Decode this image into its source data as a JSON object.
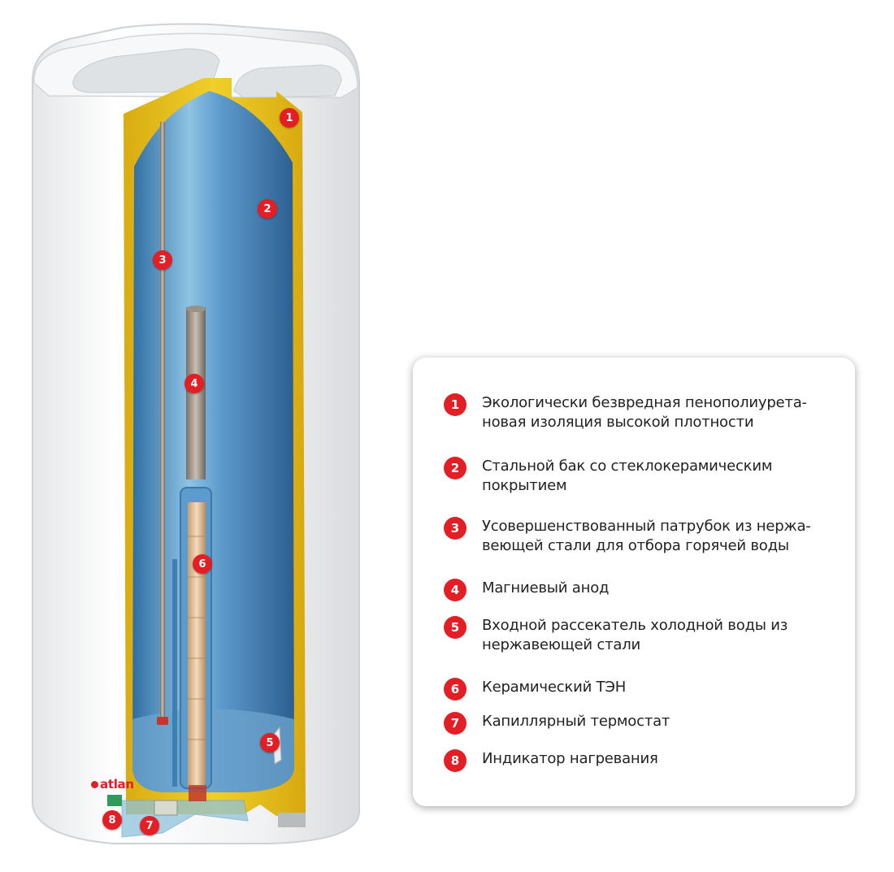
{
  "brand": "atlan",
  "callouts": [
    "1",
    "2",
    "3",
    "4",
    "5",
    "6",
    "7",
    "8"
  ],
  "legend": [
    {
      "num": "1",
      "text": "Экологически безвредная пенополиурета-\nновая изоляция высокой плотности"
    },
    {
      "num": "2",
      "text": "Стальной бак со стеклокерамическим\nпокрытием"
    },
    {
      "num": "3",
      "text": "Усовершенствованный патрубок из нержа-\nвеющей стали для отбора горячей воды"
    },
    {
      "num": "4",
      "text": "Магниевый анод"
    },
    {
      "num": "5",
      "text": "Входной рассекатель холодной воды из\nнержавеющей стали"
    },
    {
      "num": "6",
      "text": "Керамический ТЭН"
    },
    {
      "num": "7",
      "text": "Капиллярный термостат"
    },
    {
      "num": "8",
      "text": "Индикатор нагревания"
    }
  ],
  "colors": {
    "accent": "#e31e24",
    "insulation": "#e8c21a",
    "tank": "#4b86b8",
    "body": "#f2f3f4"
  }
}
